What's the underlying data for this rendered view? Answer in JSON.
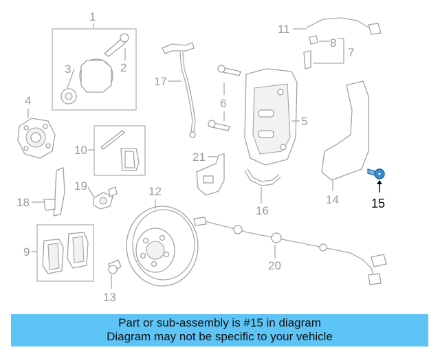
{
  "callouts": {
    "c1": "1",
    "c2": "2",
    "c3": "3",
    "c4": "4",
    "c5": "5",
    "c6": "6",
    "c7": "7",
    "c8": "8",
    "c9": "9",
    "c10": "10",
    "c11": "11",
    "c12": "12",
    "c13": "13",
    "c14": "14",
    "c15": "15",
    "c16": "16",
    "c17": "17",
    "c18": "18",
    "c19": "19",
    "c20": "20",
    "c21": "21"
  },
  "highlighted_part": "15",
  "banner": {
    "line1": "Part or sub-assembly is #15 in diagram",
    "line2": "Diagram may not be specific to your vehicle"
  },
  "colors": {
    "highlight": "#3a8fd6",
    "banner_bg": "#5ec4f6",
    "line_gray": "#a8a8a8"
  }
}
